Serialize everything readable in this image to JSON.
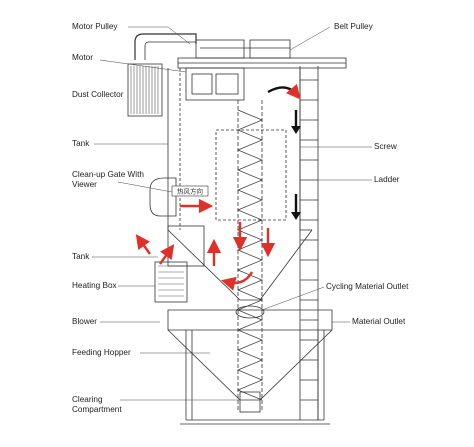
{
  "labels": {
    "motor_pulley": "Motor Pulley",
    "motor": "Motor",
    "dust_collector": "Dust Collector",
    "tank_top": "Tank",
    "cleanup_gate": "Clean-up Gate With Viewer",
    "tank_mid": "Tank",
    "heating_box": "Heating Box",
    "blower": "Blower",
    "feeding_hopper": "Feeding Hopper",
    "clearing_compartment": "Clearing Compartment",
    "belt_pulley": "Belt Pulley",
    "screw": "Screw",
    "ladder": "Ladder",
    "cycling_material_outlet": "Cycling Material Outlet",
    "material_outlet": "Material Outlet",
    "viewer_plate_text": "热风方向"
  },
  "colors": {
    "line": "#333333",
    "arrow_red": "#e0302a",
    "arrow_black": "#111111",
    "background": "#ffffff"
  }
}
